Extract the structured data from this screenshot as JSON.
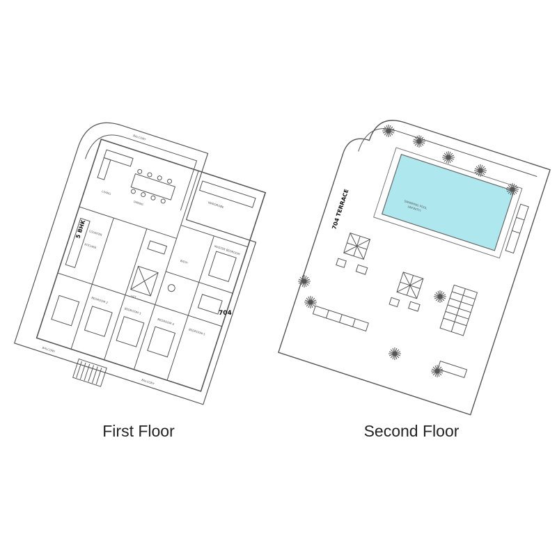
{
  "first_floor": {
    "caption": "First Floor",
    "unit_type": "5 BHK",
    "unit_number": "704",
    "rooms": {
      "living": "LIVING",
      "dining": "DINING",
      "wardrobe": "WARDROBE",
      "bath": "BATH",
      "kitchen": "KITCHEN",
      "counter": "COUNTER",
      "bedroom2": "BEDROOM 2",
      "bedroom3": "BEDROOM 3",
      "bedroom4": "BEDROOM 4",
      "bedroom5": "BEDROOM 5",
      "master": "MASTER BEDROOM",
      "lift": "LIFT"
    },
    "balcony": "BALCONY"
  },
  "second_floor": {
    "caption": "Second Floor",
    "terrace_label": "704 TERRACE",
    "pool_label": "SWIMMING POOL",
    "pool_sub": "(INFINITY)",
    "pool_color": "#aee7ee"
  }
}
